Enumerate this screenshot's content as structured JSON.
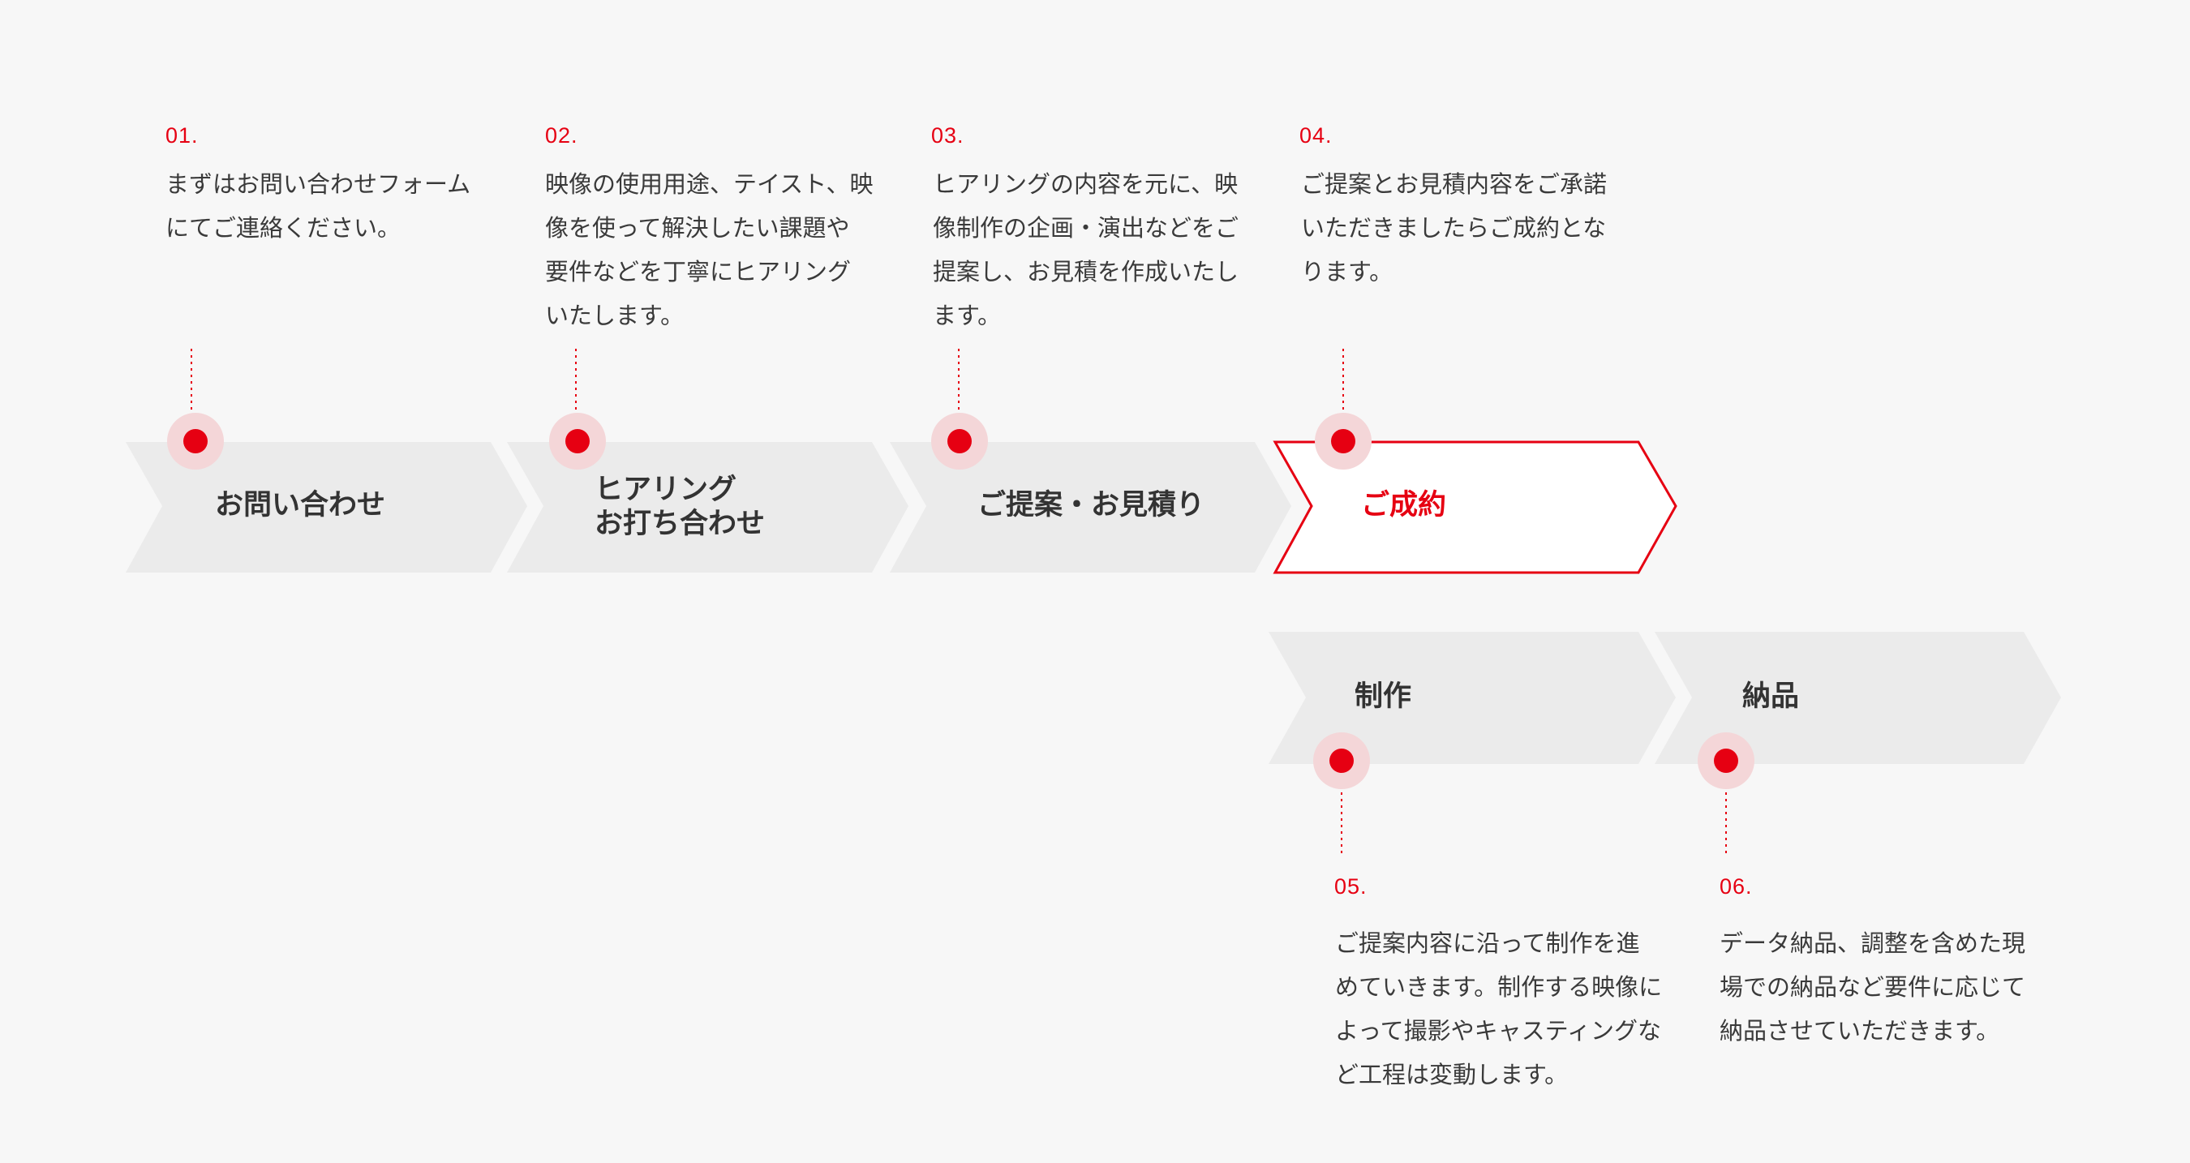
{
  "accent_color": "#e60012",
  "steps": [
    {
      "num": "01.",
      "label": "お問い合わせ",
      "description": "まずはお問い合わせフォーム\nにてご連絡ください。",
      "active": false
    },
    {
      "num": "02.",
      "label": "ヒアリング\nお打ち合わせ",
      "description": "映像の使用用途、テイスト、映\n像を使って解決したい課題や\n要件などを丁寧にヒアリング\nいたします。",
      "active": false
    },
    {
      "num": "03.",
      "label": "ご提案・お見積り",
      "description": "ヒアリングの内容を元に、映\n像制作の企画・演出などをご\n提案し、お見積を作成いたし\nます。",
      "active": false
    },
    {
      "num": "04.",
      "label": "ご成約",
      "description": "ご提案とお見積内容をご承諾\nいただきましたらご成約とな\nります。",
      "active": true
    },
    {
      "num": "05.",
      "label": "制作",
      "description": "ご提案内容に沿って制作を進\nめていきます。制作する映像に\nよって撮影やキャスティングな\nど工程は変動します。",
      "active": false
    },
    {
      "num": "06.",
      "label": "納品",
      "description": "データ納品、調整を含めた現\n場での納品など要件に応じて\n納品させていただきます。",
      "active": false
    }
  ]
}
